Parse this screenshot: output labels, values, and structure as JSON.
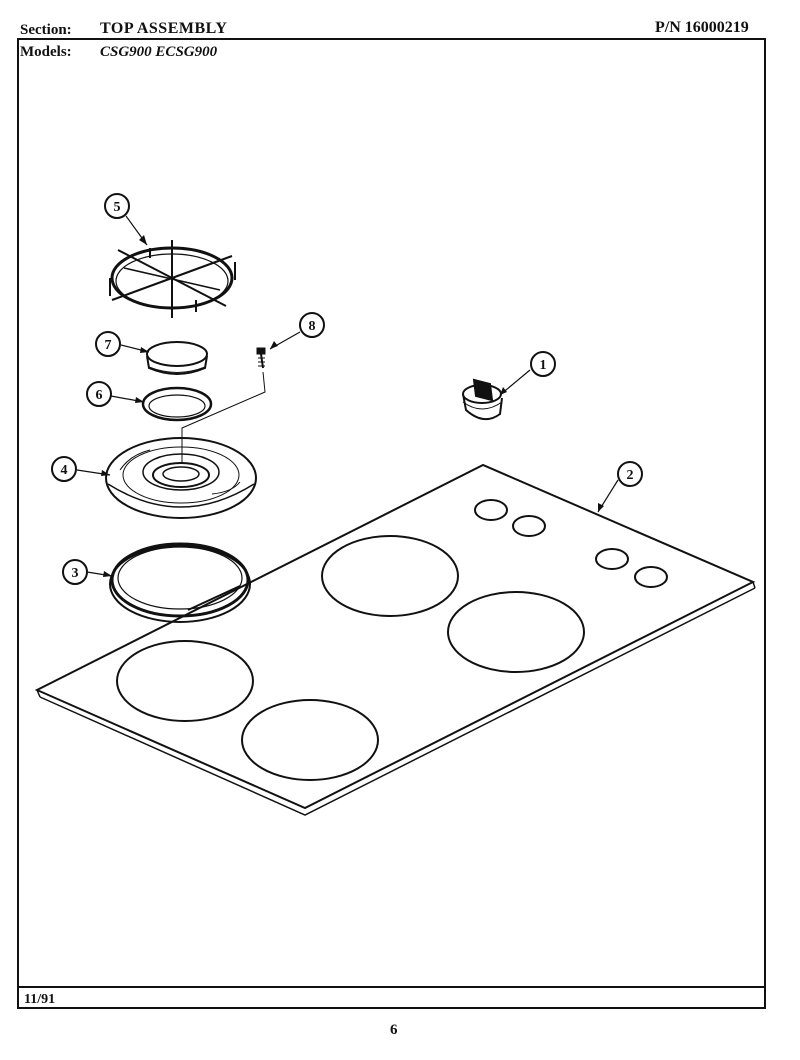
{
  "header": {
    "section_label": "Section:",
    "section_value": "TOP ASSEMBLY",
    "models_label": "Models:",
    "models_value": "CSG900  ECSG900",
    "part_number": "P/N 16000219"
  },
  "footer": {
    "date": "11/91",
    "page_number": "6"
  },
  "callouts": [
    "1",
    "2",
    "3",
    "4",
    "5",
    "6",
    "7",
    "8"
  ]
}
